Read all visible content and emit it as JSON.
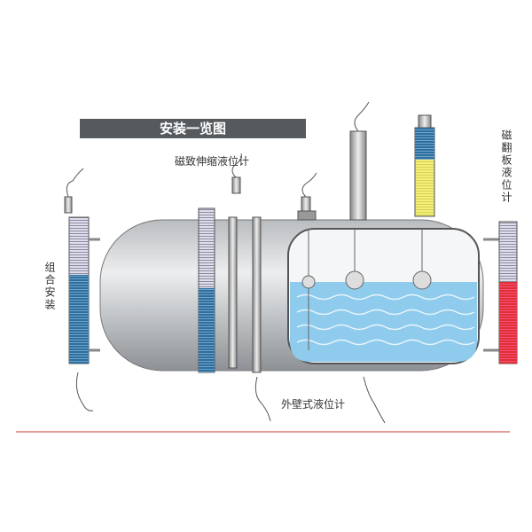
{
  "title": "安装一览图",
  "labels": {
    "magnetostrictive": "磁致伸缩液位计",
    "magnetic_flap": "磁翻板液位计",
    "combined": "组合安装",
    "external_wall": "外壁式液位计"
  },
  "colors": {
    "liquid": "#8fcbec",
    "gauge_blue": "#2f6f9e",
    "gauge_red": "#e03030",
    "gauge_yellow": "#f4ee7a",
    "divider": "#c0392b"
  }
}
